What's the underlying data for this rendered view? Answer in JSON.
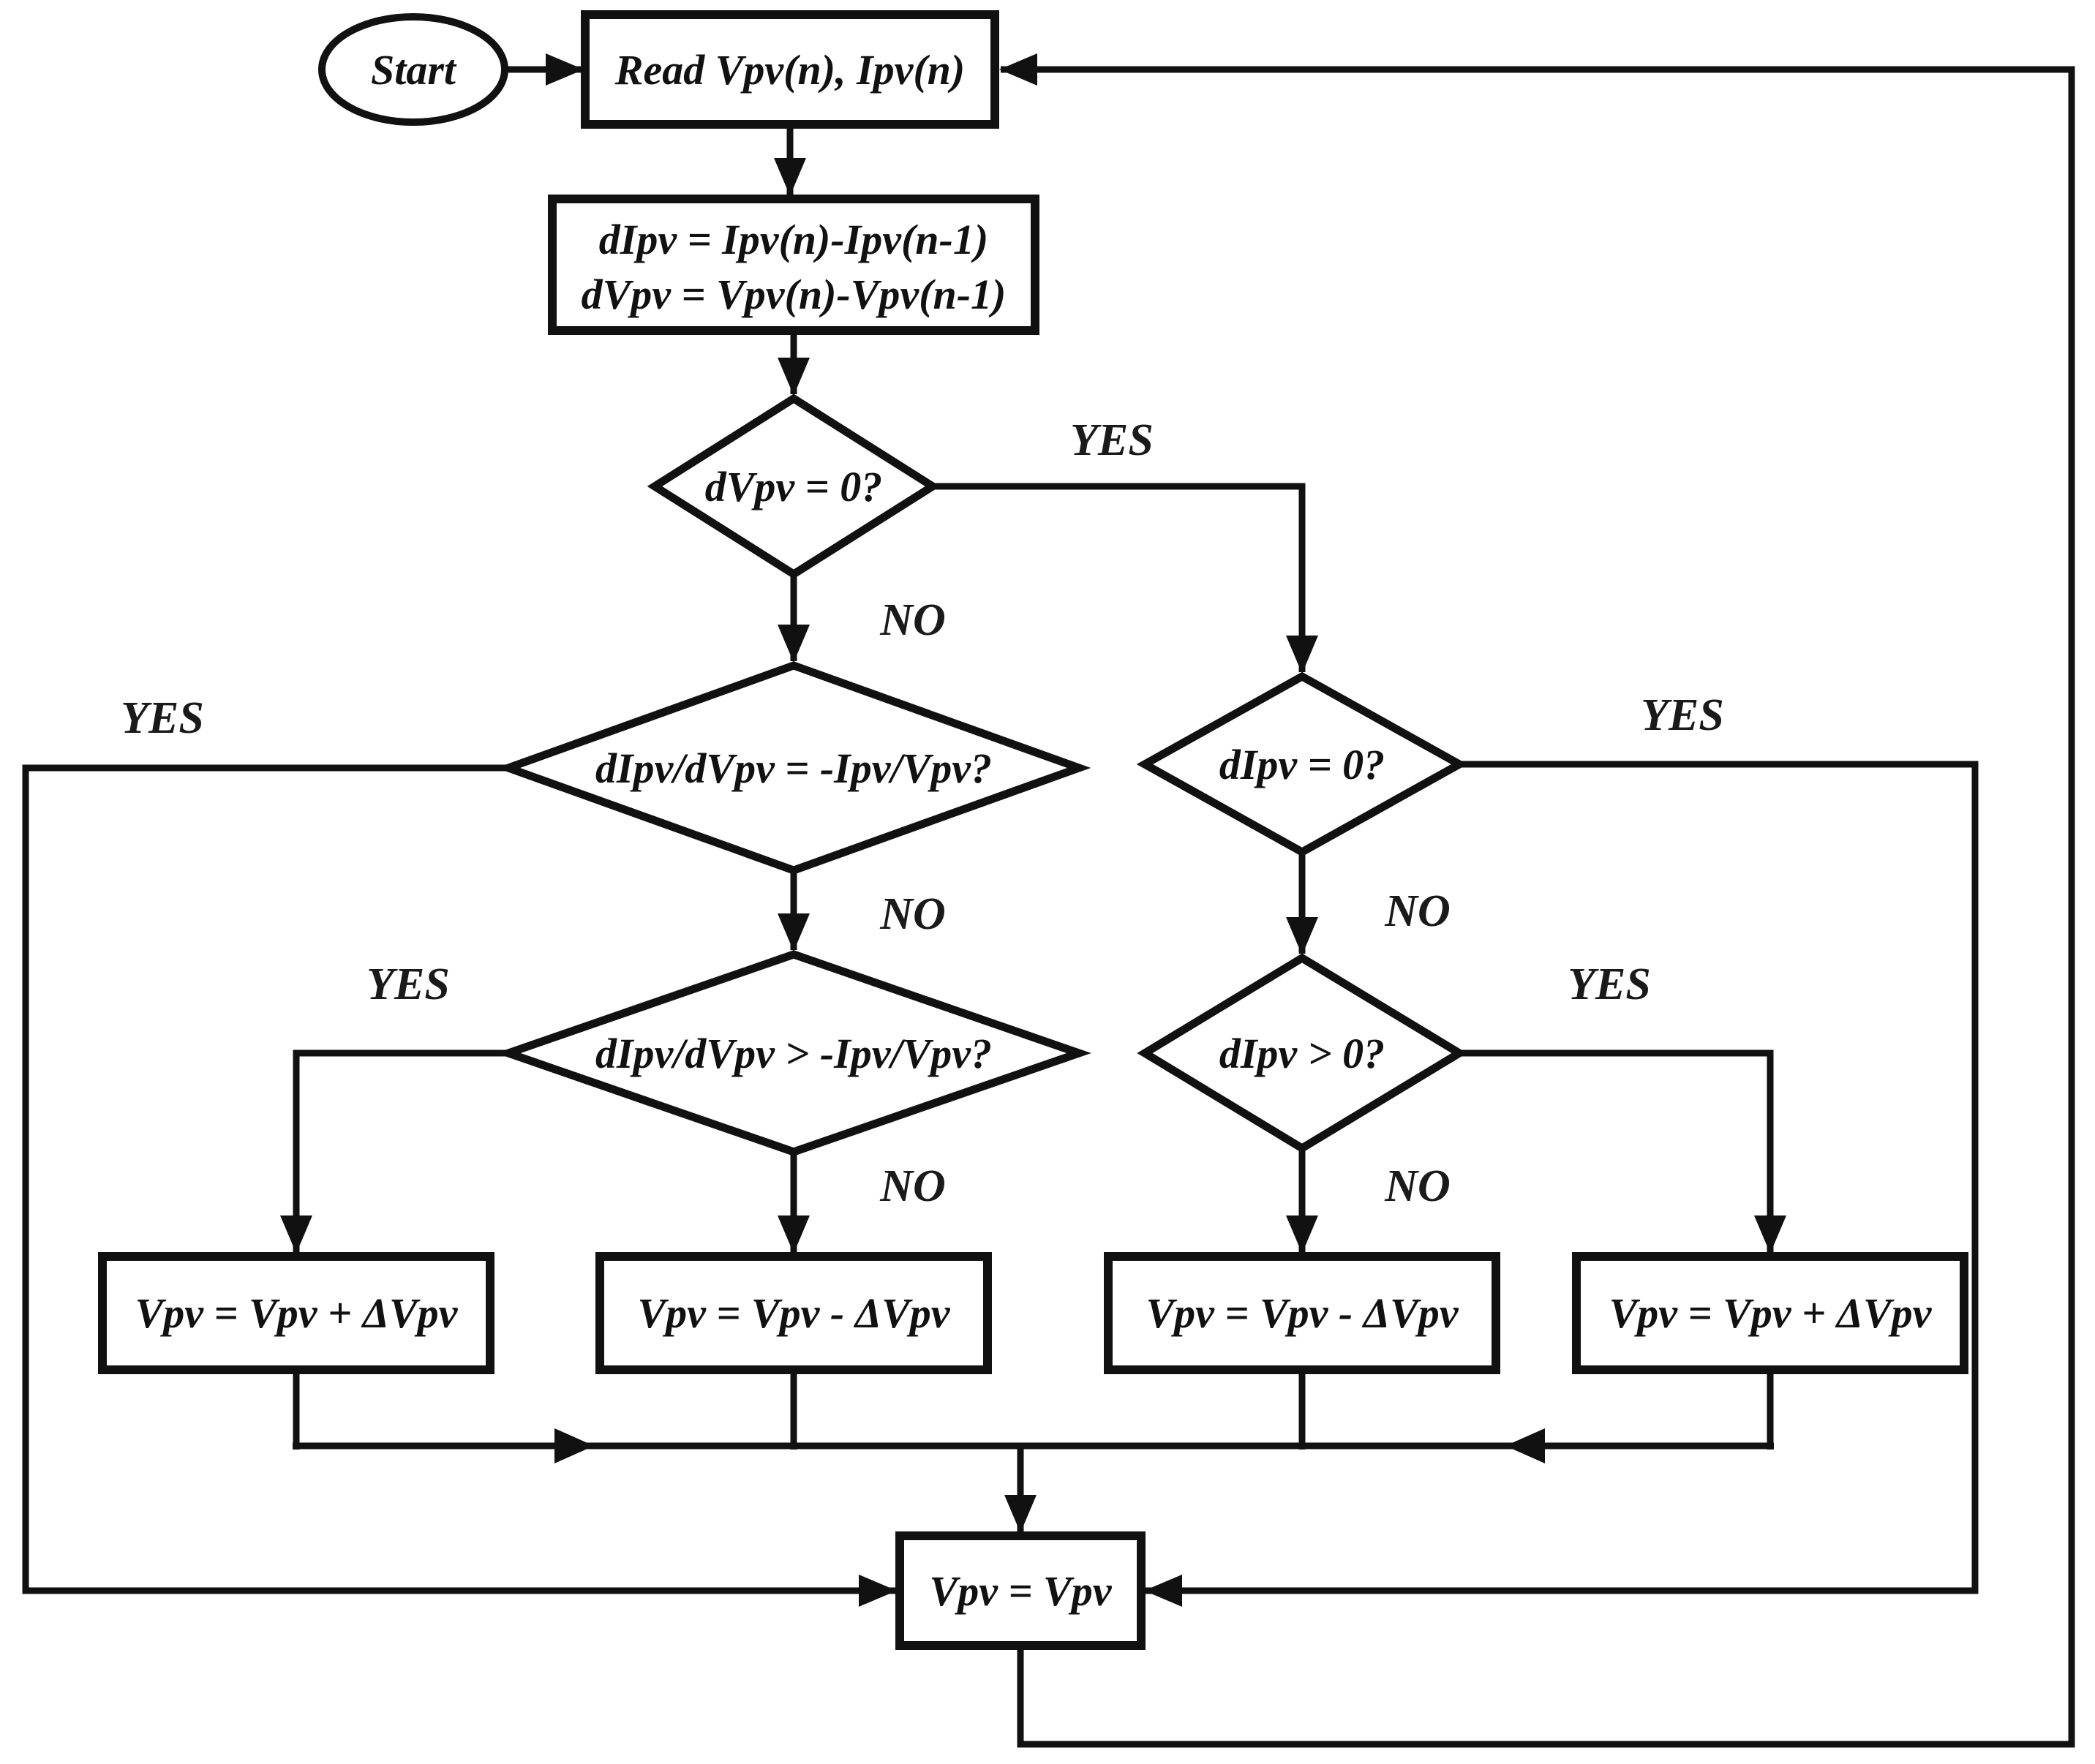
{
  "palette": {
    "line_color": "#111111",
    "background": "#ffffff",
    "text_color": "#111111"
  },
  "flowchart": {
    "nodes": {
      "start": {
        "shape": "ellipse",
        "label": "Start"
      },
      "read_inputs": {
        "shape": "rect",
        "label": "Read Vpv(n), Ipv(n)"
      },
      "compute_deltas": {
        "shape": "rect",
        "line1": "dIpv = Ipv(n)-Ipv(n-1)",
        "line2": "dVpv = Vpv(n)-Vpv(n-1)"
      },
      "dvpv_zero": {
        "shape": "diamond",
        "label": "dVpv = 0?"
      },
      "slope_equal": {
        "shape": "diamond",
        "label": "dIpv/dVpv = -Ipv/Vpv?"
      },
      "dipv_zero": {
        "shape": "diamond",
        "label": "dIpv = 0?"
      },
      "slope_greater": {
        "shape": "diamond",
        "label": "dIpv/dVpv > -Ipv/Vpv?"
      },
      "dipv_greater": {
        "shape": "diamond",
        "label": "dIpv > 0?"
      },
      "increase_left": {
        "shape": "rect",
        "label": "Vpv = Vpv + ΔVpv"
      },
      "decrease_left": {
        "shape": "rect",
        "label": "Vpv = Vpv - ΔVpv"
      },
      "decrease_right": {
        "shape": "rect",
        "label": "Vpv = Vpv - ΔVpv"
      },
      "increase_right": {
        "shape": "rect",
        "label": "Vpv = Vpv + ΔVpv"
      },
      "update_vpv": {
        "shape": "rect",
        "label": "Vpv = Vpv"
      }
    },
    "edge_labels": {
      "yes": "YES",
      "no": "NO"
    },
    "edges": [
      {
        "from": "start",
        "to": "read_inputs"
      },
      {
        "from": "read_inputs",
        "to": "compute_deltas"
      },
      {
        "from": "compute_deltas",
        "to": "dvpv_zero"
      },
      {
        "from": "dvpv_zero",
        "to": "dipv_zero",
        "label": "YES"
      },
      {
        "from": "dvpv_zero",
        "to": "slope_equal",
        "label": "NO"
      },
      {
        "from": "slope_equal",
        "to": "update_vpv",
        "label": "YES"
      },
      {
        "from": "slope_equal",
        "to": "slope_greater",
        "label": "NO"
      },
      {
        "from": "slope_greater",
        "to": "increase_left",
        "label": "YES"
      },
      {
        "from": "slope_greater",
        "to": "decrease_left",
        "label": "NO"
      },
      {
        "from": "dipv_zero",
        "to": "update_vpv",
        "label": "YES"
      },
      {
        "from": "dipv_zero",
        "to": "dipv_greater",
        "label": "NO"
      },
      {
        "from": "dipv_greater",
        "to": "increase_right",
        "label": "YES"
      },
      {
        "from": "dipv_greater",
        "to": "decrease_right",
        "label": "NO"
      },
      {
        "from": "increase_left",
        "to": "update_vpv"
      },
      {
        "from": "decrease_left",
        "to": "update_vpv"
      },
      {
        "from": "decrease_right",
        "to": "update_vpv"
      },
      {
        "from": "increase_right",
        "to": "update_vpv"
      },
      {
        "from": "update_vpv",
        "to": "read_inputs"
      }
    ]
  }
}
